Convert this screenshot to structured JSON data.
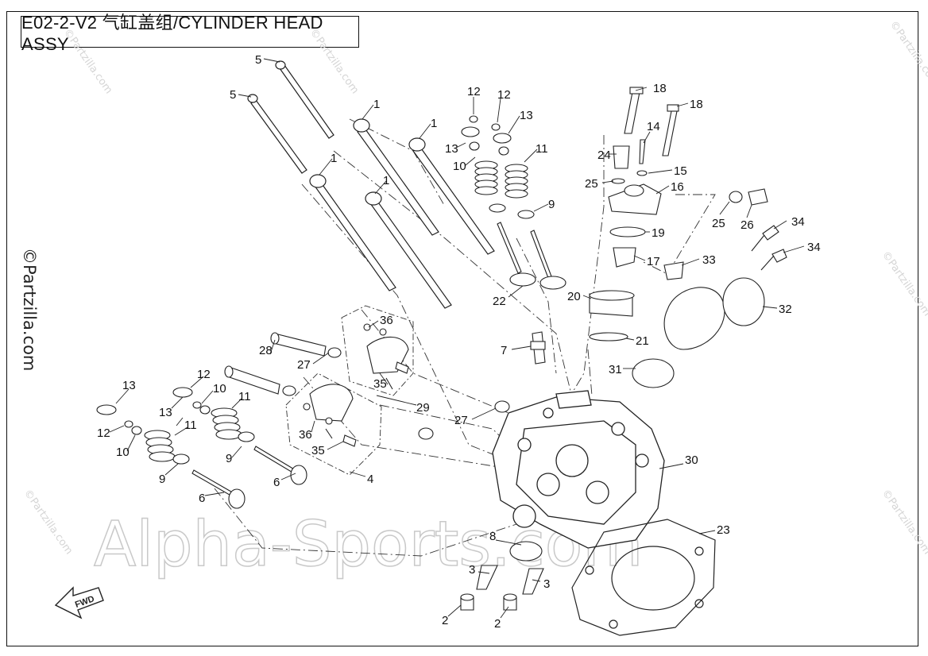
{
  "title": "E02-2-V2 气缸盖组/CYLINDER HEAD ASSY",
  "watermark": "Alpha-Sports.com",
  "side_mark": "©Partzilla.com",
  "corner_watermark": "©Partzilla.com",
  "fwd_label": "FWD",
  "labels": [
    {
      "id": "c1",
      "text": "5"
    },
    {
      "id": "c2",
      "text": "5"
    },
    {
      "id": "c3",
      "text": "1"
    },
    {
      "id": "c4",
      "text": "1"
    },
    {
      "id": "c5",
      "text": "1"
    },
    {
      "id": "c6",
      "text": "1"
    },
    {
      "id": "c7",
      "text": "12"
    },
    {
      "id": "c8",
      "text": "12"
    },
    {
      "id": "c9",
      "text": "13"
    },
    {
      "id": "c10",
      "text": "13"
    },
    {
      "id": "c11",
      "text": "10"
    },
    {
      "id": "c12",
      "text": "11"
    },
    {
      "id": "c13",
      "text": "9"
    },
    {
      "id": "c14",
      "text": "22"
    },
    {
      "id": "c15",
      "text": "18"
    },
    {
      "id": "c16",
      "text": "18"
    },
    {
      "id": "c17",
      "text": "14"
    },
    {
      "id": "c18",
      "text": "24"
    },
    {
      "id": "c19",
      "text": "25"
    },
    {
      "id": "c20",
      "text": "15"
    },
    {
      "id": "c21",
      "text": "16"
    },
    {
      "id": "c22",
      "text": "25"
    },
    {
      "id": "c23",
      "text": "26"
    },
    {
      "id": "c24",
      "text": "34"
    },
    {
      "id": "c25",
      "text": "34"
    },
    {
      "id": "c26",
      "text": "19"
    },
    {
      "id": "c27",
      "text": "33"
    },
    {
      "id": "c28",
      "text": "17"
    },
    {
      "id": "c29",
      "text": "20"
    },
    {
      "id": "c30",
      "text": "32"
    },
    {
      "id": "c31",
      "text": "21"
    },
    {
      "id": "c32",
      "text": "31"
    },
    {
      "id": "c33",
      "text": "7"
    },
    {
      "id": "c34",
      "text": "36"
    },
    {
      "id": "c35",
      "text": "28"
    },
    {
      "id": "c36",
      "text": "27"
    },
    {
      "id": "c37",
      "text": "35"
    },
    {
      "id": "c38",
      "text": "29"
    },
    {
      "id": "c39",
      "text": "27"
    },
    {
      "id": "c40",
      "text": "36"
    },
    {
      "id": "c41",
      "text": "35"
    },
    {
      "id": "c42",
      "text": "4"
    },
    {
      "id": "c43",
      "text": "13"
    },
    {
      "id": "c44",
      "text": "12"
    },
    {
      "id": "c45",
      "text": "10"
    },
    {
      "id": "c46",
      "text": "13"
    },
    {
      "id": "c47",
      "text": "11"
    },
    {
      "id": "c48",
      "text": "12"
    },
    {
      "id": "c49",
      "text": "10"
    },
    {
      "id": "c50",
      "text": "11"
    },
    {
      "id": "c51",
      "text": "9"
    },
    {
      "id": "c52",
      "text": "9"
    },
    {
      "id": "c53",
      "text": "6"
    },
    {
      "id": "c54",
      "text": "6"
    },
    {
      "id": "c55",
      "text": "30"
    },
    {
      "id": "c56",
      "text": "8"
    },
    {
      "id": "c57",
      "text": "23"
    },
    {
      "id": "c58",
      "text": "3"
    },
    {
      "id": "c59",
      "text": "3"
    },
    {
      "id": "c60",
      "text": "2"
    },
    {
      "id": "c61",
      "text": "2"
    }
  ]
}
